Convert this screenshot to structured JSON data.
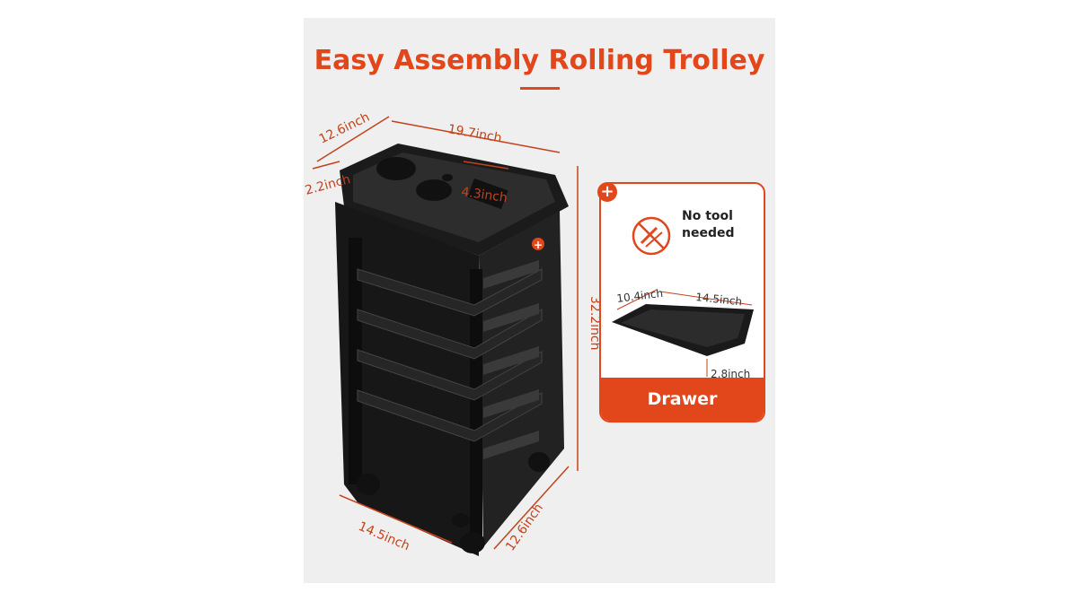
{
  "title": "Easy Assembly Rolling Trolley",
  "dimensions": {
    "depth_top": "12.6inch",
    "width_top": "19.7inch",
    "slot": "2.2inch",
    "tray": "4.3inch",
    "height": "32.2inch",
    "base_width": "14.5inch",
    "base_depth": "12.6inch"
  },
  "drawer_card": {
    "plus": "+",
    "no_tool": "No tool needed",
    "drawer_depth": "10.4inch",
    "drawer_width": "14.5inch",
    "drawer_height": "2.8inch",
    "label": "Drawer"
  },
  "colors": {
    "accent": "#e2461b",
    "background": "#efefef"
  }
}
